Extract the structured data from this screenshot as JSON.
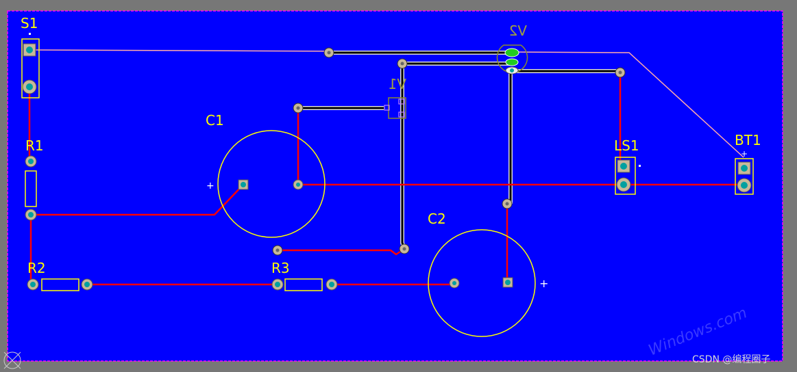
{
  "colors": {
    "background": "#777777",
    "board": "#0000ff",
    "board_outline": "#ff00ff",
    "silkscreen": "#ffff00",
    "top_trace": "#ff0000",
    "bottom_trace": "#000000",
    "keepout_line": "#ffaaaa",
    "pad_ring": "#c8b89a",
    "pad_hole": "#00a0a0",
    "watermark": "#d8d8d8"
  },
  "designators": {
    "s1": "S1",
    "r1": "R1",
    "r2": "R2",
    "r3": "R3",
    "c1": "C1",
    "c2": "C2",
    "v1": "V1",
    "v2": "V2",
    "ls1": "LS1",
    "bt1": "BT1"
  },
  "polarity": {
    "c1_plus": "+",
    "c2_plus": "+",
    "bt1_plus": "+"
  },
  "watermark": {
    "text": "CSDN @编程圈子",
    "faint": "Windows.com"
  }
}
